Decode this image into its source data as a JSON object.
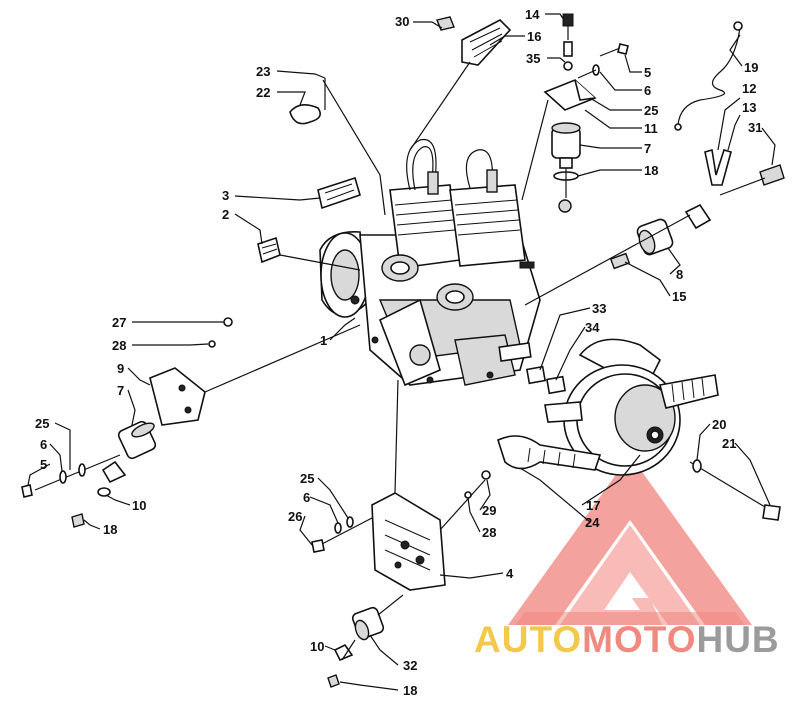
{
  "diagram": {
    "callouts": [
      {
        "id": "c30",
        "text": "30"
      },
      {
        "id": "c16",
        "text": "16"
      },
      {
        "id": "c14",
        "text": "14"
      },
      {
        "id": "c35",
        "text": "35"
      },
      {
        "id": "c5a",
        "text": "5"
      },
      {
        "id": "c6a",
        "text": "6"
      },
      {
        "id": "c25a",
        "text": "25"
      },
      {
        "id": "c11",
        "text": "11"
      },
      {
        "id": "c7a",
        "text": "7"
      },
      {
        "id": "c18a",
        "text": "18"
      },
      {
        "id": "c19",
        "text": "19"
      },
      {
        "id": "c12",
        "text": "12"
      },
      {
        "id": "c13",
        "text": "13"
      },
      {
        "id": "c31",
        "text": "31"
      },
      {
        "id": "c23",
        "text": "23"
      },
      {
        "id": "c22",
        "text": "22"
      },
      {
        "id": "c3",
        "text": "3"
      },
      {
        "id": "c2",
        "text": "2"
      },
      {
        "id": "c8",
        "text": "8"
      },
      {
        "id": "c15",
        "text": "15"
      },
      {
        "id": "c27",
        "text": "27"
      },
      {
        "id": "c28a",
        "text": "28"
      },
      {
        "id": "c1",
        "text": "1"
      },
      {
        "id": "c9",
        "text": "9"
      },
      {
        "id": "c7b",
        "text": "7"
      },
      {
        "id": "c33",
        "text": "33"
      },
      {
        "id": "c34",
        "text": "34"
      },
      {
        "id": "c25b",
        "text": "25"
      },
      {
        "id": "c6b",
        "text": "6"
      },
      {
        "id": "c5b",
        "text": "5"
      },
      {
        "id": "c10a",
        "text": "10"
      },
      {
        "id": "c18b",
        "text": "18"
      },
      {
        "id": "c20",
        "text": "20"
      },
      {
        "id": "c21",
        "text": "21"
      },
      {
        "id": "c25c",
        "text": "25"
      },
      {
        "id": "c6c",
        "text": "6"
      },
      {
        "id": "c26",
        "text": "26"
      },
      {
        "id": "c29",
        "text": "29"
      },
      {
        "id": "c28b",
        "text": "28"
      },
      {
        "id": "c17",
        "text": "17"
      },
      {
        "id": "c24",
        "text": "24"
      },
      {
        "id": "c4",
        "text": "4"
      },
      {
        "id": "c10b",
        "text": "10"
      },
      {
        "id": "c32",
        "text": "32"
      },
      {
        "id": "c18c",
        "text": "18"
      }
    ]
  },
  "watermark": {
    "parts": [
      "AUTO",
      "MOTO",
      "HUB"
    ],
    "colors": {
      "auto": "#f2c94c",
      "moto": "#f08a80",
      "hub": "#9b9b9b",
      "logo": "#ee6e66"
    }
  }
}
